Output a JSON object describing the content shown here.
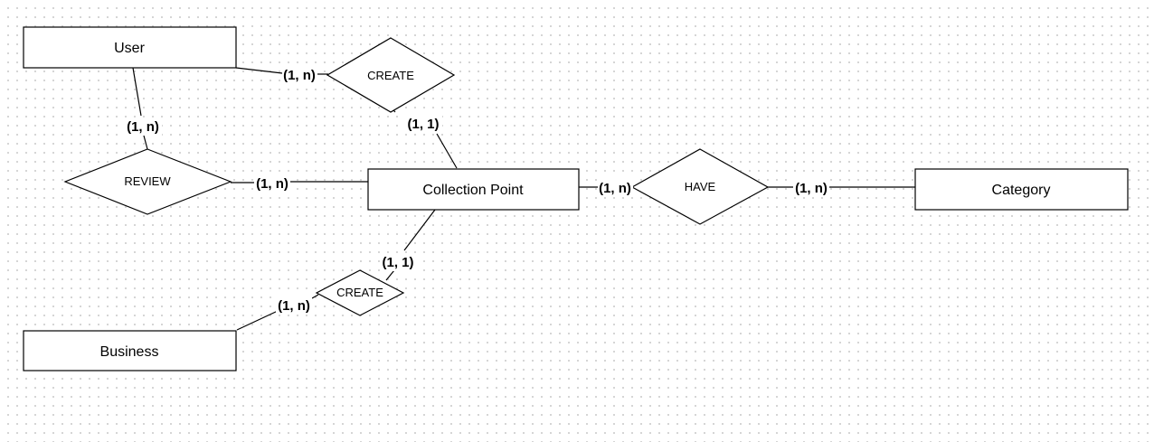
{
  "entities": {
    "user": "User",
    "collection_point": "Collection Point",
    "category": "Category",
    "business": "Business"
  },
  "relationships": {
    "create_user": "CREATE",
    "review": "REVIEW",
    "have": "HAVE",
    "create_business": "CREATE"
  },
  "cardinalities": {
    "user_create": "(1, n)",
    "create_cp": "(1, 1)",
    "user_review": "(1, n)",
    "review_cp": "(1, n)",
    "cp_have": "(1, n)",
    "have_category": "(1, n)",
    "cp_create_business": "(1, 1)",
    "business_create": "(1, n)"
  }
}
